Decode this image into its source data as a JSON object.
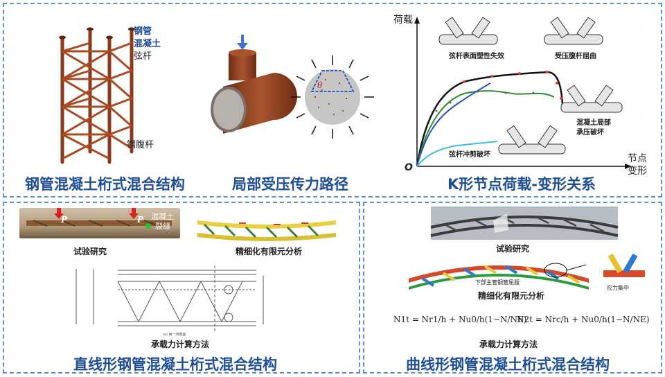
{
  "colors": {
    "frame": "#5b8fc9",
    "title": "#1f4e96",
    "steel": "#8b3a1c",
    "arrow": "#3d6fd4"
  },
  "top_left": {
    "label_steel": "钢管",
    "label_concrete": "混凝土",
    "label_chord": "弦杆",
    "label_web": "钢腹杆",
    "caption": "钢管混凝土桁式混合结构"
  },
  "top_mid": {
    "theta": "θ",
    "caption": "局部受压传力路径"
  },
  "top_right": {
    "ylabel": "荷载",
    "xlabel_line1": "节点",
    "xlabel_line2": "变形",
    "origin": "O",
    "ann_plastic": "弦杆表面塑性失效",
    "ann_buckling": "受压腹杆屈曲",
    "ann_concrete_line1": "混凝土局部",
    "ann_concrete_line2": "承压破坏",
    "ann_punch": "弦杆冲剪破坏",
    "caption": "K形节点荷载-变形关系"
  },
  "bottom_left": {
    "photo_p1": "P",
    "photo_p2": "P",
    "label_crack_line1": "混凝土",
    "label_crack_line2": "裂缝",
    "sub_test": "试验研究",
    "sub_fea": "精细化有限元分析",
    "sub_calc": "承载力计算方法",
    "caption": "直线形钢管混凝土桁式混合结构"
  },
  "bottom_right": {
    "sub_test": "试验研究",
    "fea_note": "下部主管钢管屈服",
    "stress_note": "应力集中",
    "sub_fea": "精细化有限元分析",
    "formula1": "N1t = Nr1/h + Nu0/h(1−N/NE)",
    "formula2": "N2t = Nrc/h + Nu0/h(1−N/NE)",
    "sub_calc": "承载力计算方法",
    "caption": "曲线形钢管混凝土桁式混合结构"
  }
}
